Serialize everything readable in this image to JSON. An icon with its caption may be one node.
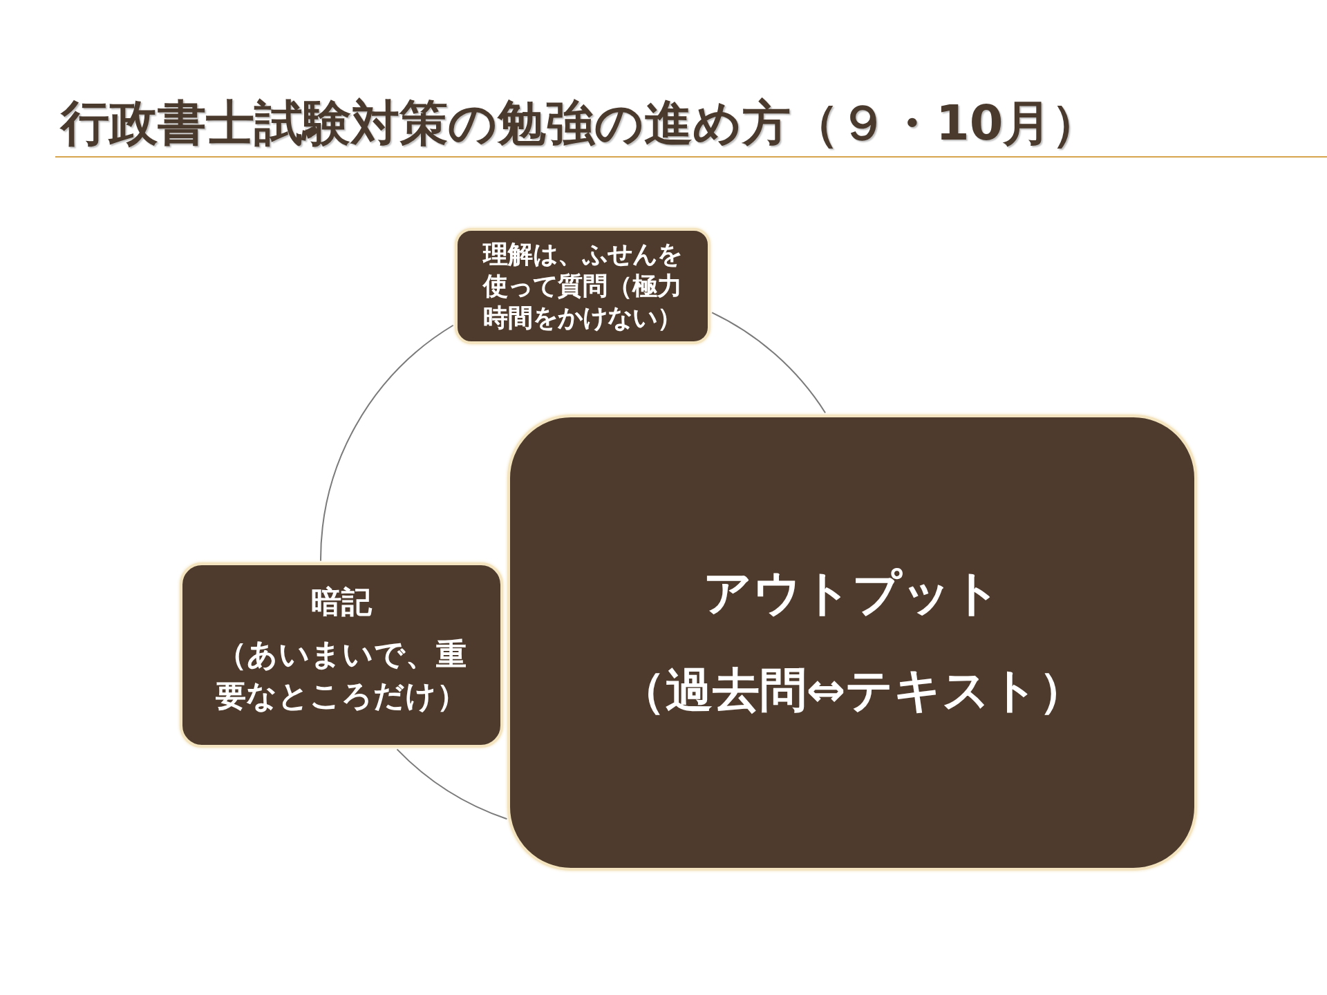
{
  "diagram": {
    "title": "行政書士試験対策の勉強の進め方（９・10月）",
    "nodes": [
      {
        "text": [
          "理解は、ふせんを使って質問（極力時間をかけない）"
        ]
      },
      {
        "text": [
          "アウトプット",
          "（過去問⇔テキスト）"
        ]
      },
      {
        "text": [
          "暗記",
          "（あいまいで、重要なところだけ）"
        ]
      }
    ],
    "edges": [
      {
        "from": 0,
        "to": 1,
        "arrow": "none"
      },
      {
        "from": 1,
        "to": 2,
        "arrow": "none"
      },
      {
        "from": 2,
        "to": 0,
        "arrow": "none"
      }
    ]
  }
}
